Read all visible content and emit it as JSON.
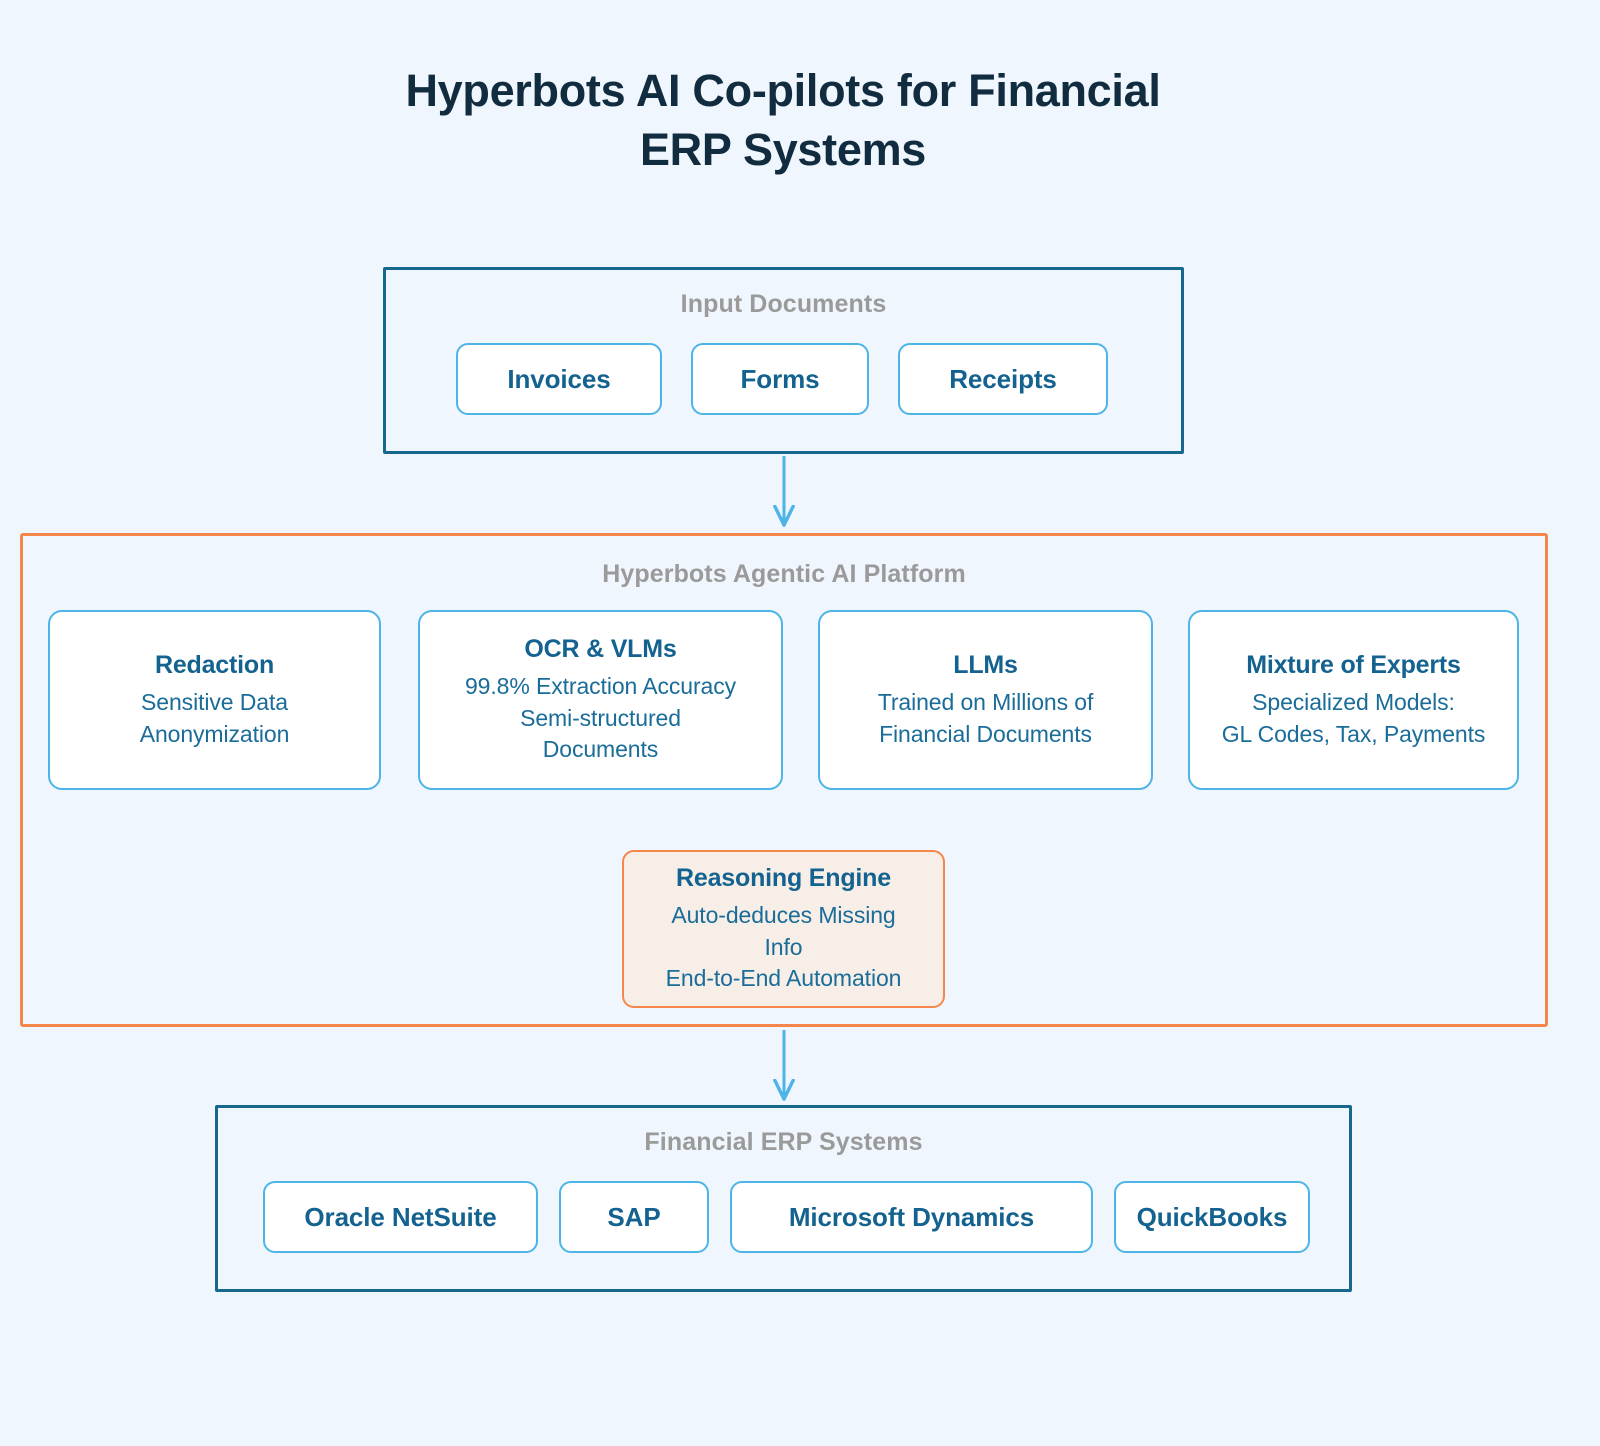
{
  "title": "Hyperbots AI Co-pilots for Financial\nERP Systems",
  "colors": {
    "page_background": "#f0f6fd",
    "title_text": "#122c3f",
    "section_label": "#9a9a9a",
    "panel_border_blue": "#17688f",
    "panel_border_orange": "#f5874a",
    "card_border_blue": "#4cb4e7",
    "card_title_text": "#14628f",
    "card_body_text": "#1a6c99",
    "accent_card_fill": "#f7eee7",
    "connector": "#4cb4e7"
  },
  "input_section": {
    "label": "Input Documents",
    "chips": [
      {
        "label": "Invoices"
      },
      {
        "label": "Forms"
      },
      {
        "label": "Receipts"
      }
    ]
  },
  "platform_section": {
    "label": "Hyperbots Agentic AI Platform",
    "cards": [
      {
        "title": "Redaction",
        "body": "Sensitive Data\nAnonymization"
      },
      {
        "title": "OCR & VLMs",
        "body": "99.8% Extraction Accuracy\nSemi-structured\nDocuments"
      },
      {
        "title": "LLMs",
        "body": "Trained on Millions of\nFinancial Documents"
      },
      {
        "title": "Mixture of Experts",
        "body": "Specialized Models:\nGL Codes, Tax, Payments"
      }
    ],
    "reasoning_engine": {
      "title": "Reasoning Engine",
      "body": "Auto-deduces Missing\nInfo\nEnd-to-End Automation"
    }
  },
  "erp_section": {
    "label": "Financial ERP Systems",
    "chips": [
      {
        "label": "Oracle NetSuite"
      },
      {
        "label": "SAP"
      },
      {
        "label": "Microsoft Dynamics"
      },
      {
        "label": "QuickBooks"
      }
    ]
  }
}
